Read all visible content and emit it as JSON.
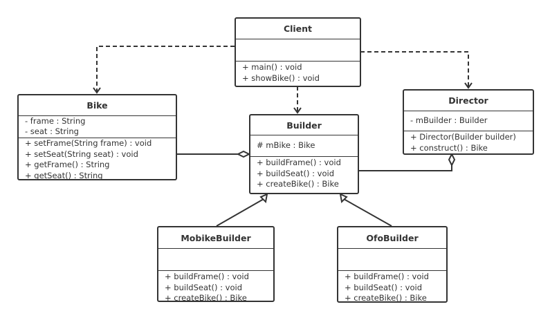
{
  "classes": {
    "client": {
      "name": "Client",
      "attributes": [],
      "methods": [
        "+ main() : void",
        "+ showBike() : void"
      ]
    },
    "bike": {
      "name": "Bike",
      "attributes": [
        "- frame : String",
        "- seat : String"
      ],
      "methods": [
        "+ setFrame(String frame) : void",
        "+ setSeat(String seat) : void",
        "+ getFrame() : String",
        "+ getSeat() : String"
      ]
    },
    "builder": {
      "name": "Builder",
      "attributes": [
        "# mBike : Bike"
      ],
      "methods": [
        "+ buildFrame() : void",
        "+ buildSeat() : void",
        "+ createBike() : Bike"
      ]
    },
    "director": {
      "name": "Director",
      "attributes": [
        "- mBuilder : Builder"
      ],
      "methods": [
        "+ Director(Builder builder)",
        "+ construct() : Bike"
      ]
    },
    "mobike": {
      "name": "MobikeBuilder",
      "attributes": [],
      "methods": [
        "+ buildFrame() : void",
        "+ buildSeat() : void",
        "+ createBike() : Bike"
      ]
    },
    "ofo": {
      "name": "OfoBuilder",
      "attributes": [],
      "methods": [
        "+ buildFrame() : void",
        "+ buildSeat() : void",
        "+ createBike() : Bike"
      ]
    }
  },
  "relationships": [
    {
      "from": "Client",
      "to": "Bike",
      "type": "dependency"
    },
    {
      "from": "Client",
      "to": "Builder",
      "type": "dependency"
    },
    {
      "from": "Client",
      "to": "Director",
      "type": "dependency"
    },
    {
      "from": "Builder",
      "to": "Bike",
      "type": "aggregation"
    },
    {
      "from": "Director",
      "to": "Builder",
      "type": "aggregation"
    },
    {
      "from": "MobikeBuilder",
      "to": "Builder",
      "type": "generalization"
    },
    {
      "from": "OfoBuilder",
      "to": "Builder",
      "type": "generalization"
    }
  ]
}
